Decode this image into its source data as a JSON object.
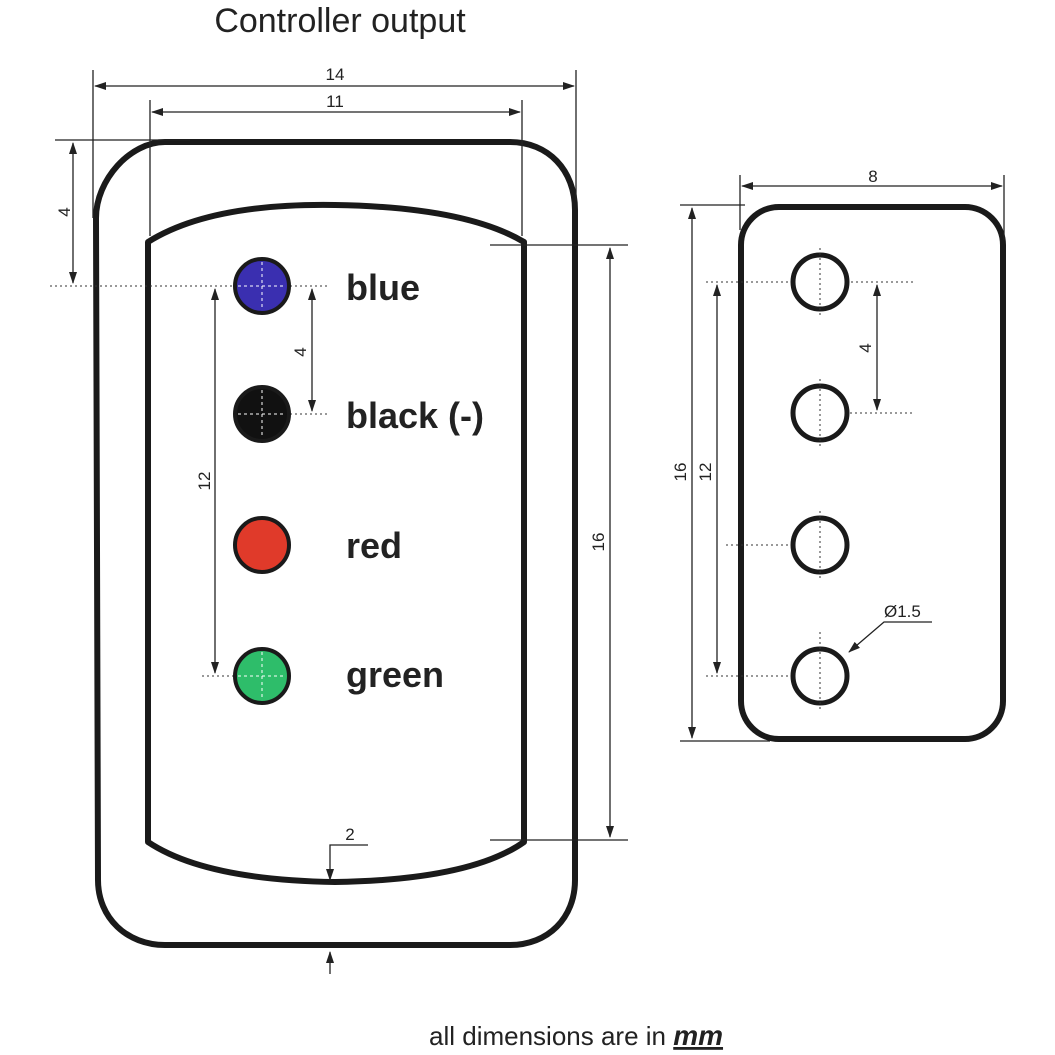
{
  "title": "Controller output",
  "footer": {
    "text": "all dimensions are in ",
    "unit": "mm"
  },
  "front_view": {
    "dimensions": {
      "overall_width": "14",
      "inner_width": "11",
      "top_offset": "4",
      "pin_pitch": "4",
      "pin_span": "12",
      "inner_height": "16",
      "bottom_gap": "2"
    },
    "pins": [
      {
        "label": "blue",
        "color": "#3a2fb0"
      },
      {
        "label": "black (-)",
        "color": "#111111"
      },
      {
        "label": "red",
        "color": "#e03a2a"
      },
      {
        "label": "green",
        "color": "#2ebd6a"
      }
    ]
  },
  "side_view": {
    "dimensions": {
      "width": "8",
      "height": "16",
      "pin_span": "12",
      "pin_pitch": "4",
      "hole_diameter": "Ø1.5"
    }
  }
}
